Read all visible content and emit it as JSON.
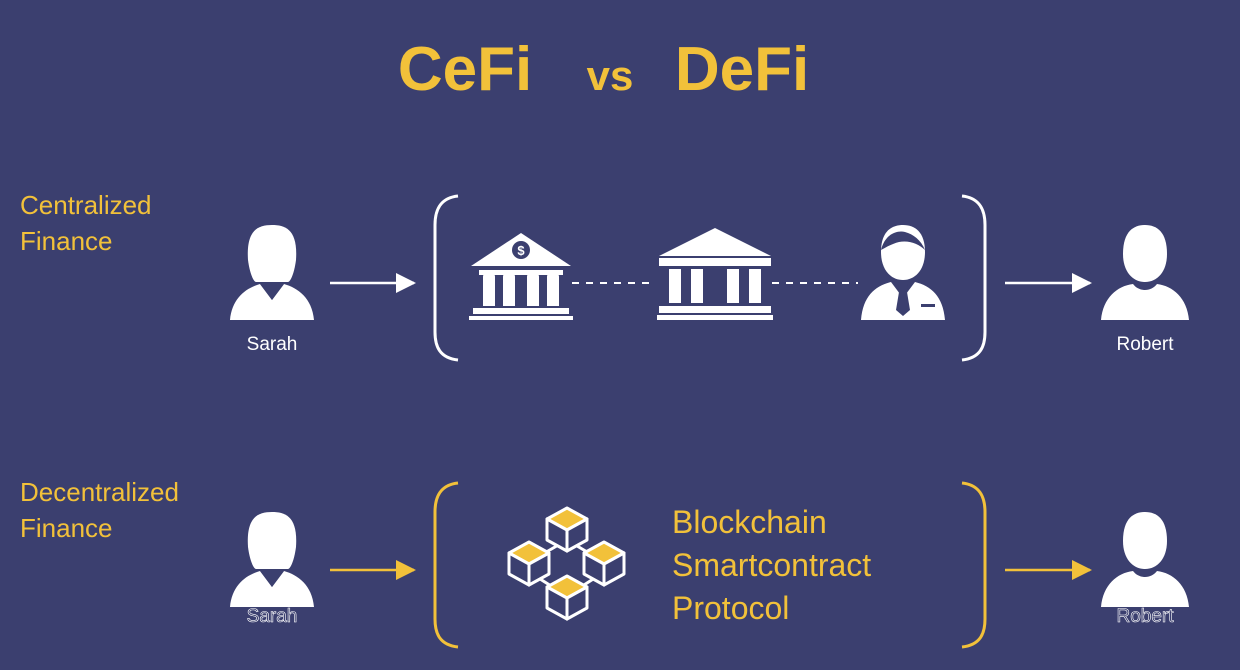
{
  "colors": {
    "background": "#3b3f6f",
    "accent": "#f2c13a",
    "foreground": "#ffffff"
  },
  "title": {
    "left": "CeFi",
    "middle": "vs",
    "right": "DeFi"
  },
  "rows": [
    {
      "label_line1": "Centralized",
      "label_line2": "Finance",
      "sender": "Sarah",
      "receiver": "Robert",
      "intermediaries": [
        "bank-icon",
        "institution-icon",
        "banker-icon"
      ]
    },
    {
      "label_line1": "Decentralized",
      "label_line2": "Finance",
      "sender": "Sarah",
      "receiver": "Robert",
      "protocol_lines": [
        "Blockchain",
        "Smartcontract",
        "Protocol"
      ],
      "intermediaries": [
        "blockchain-cubes-icon"
      ]
    }
  ]
}
